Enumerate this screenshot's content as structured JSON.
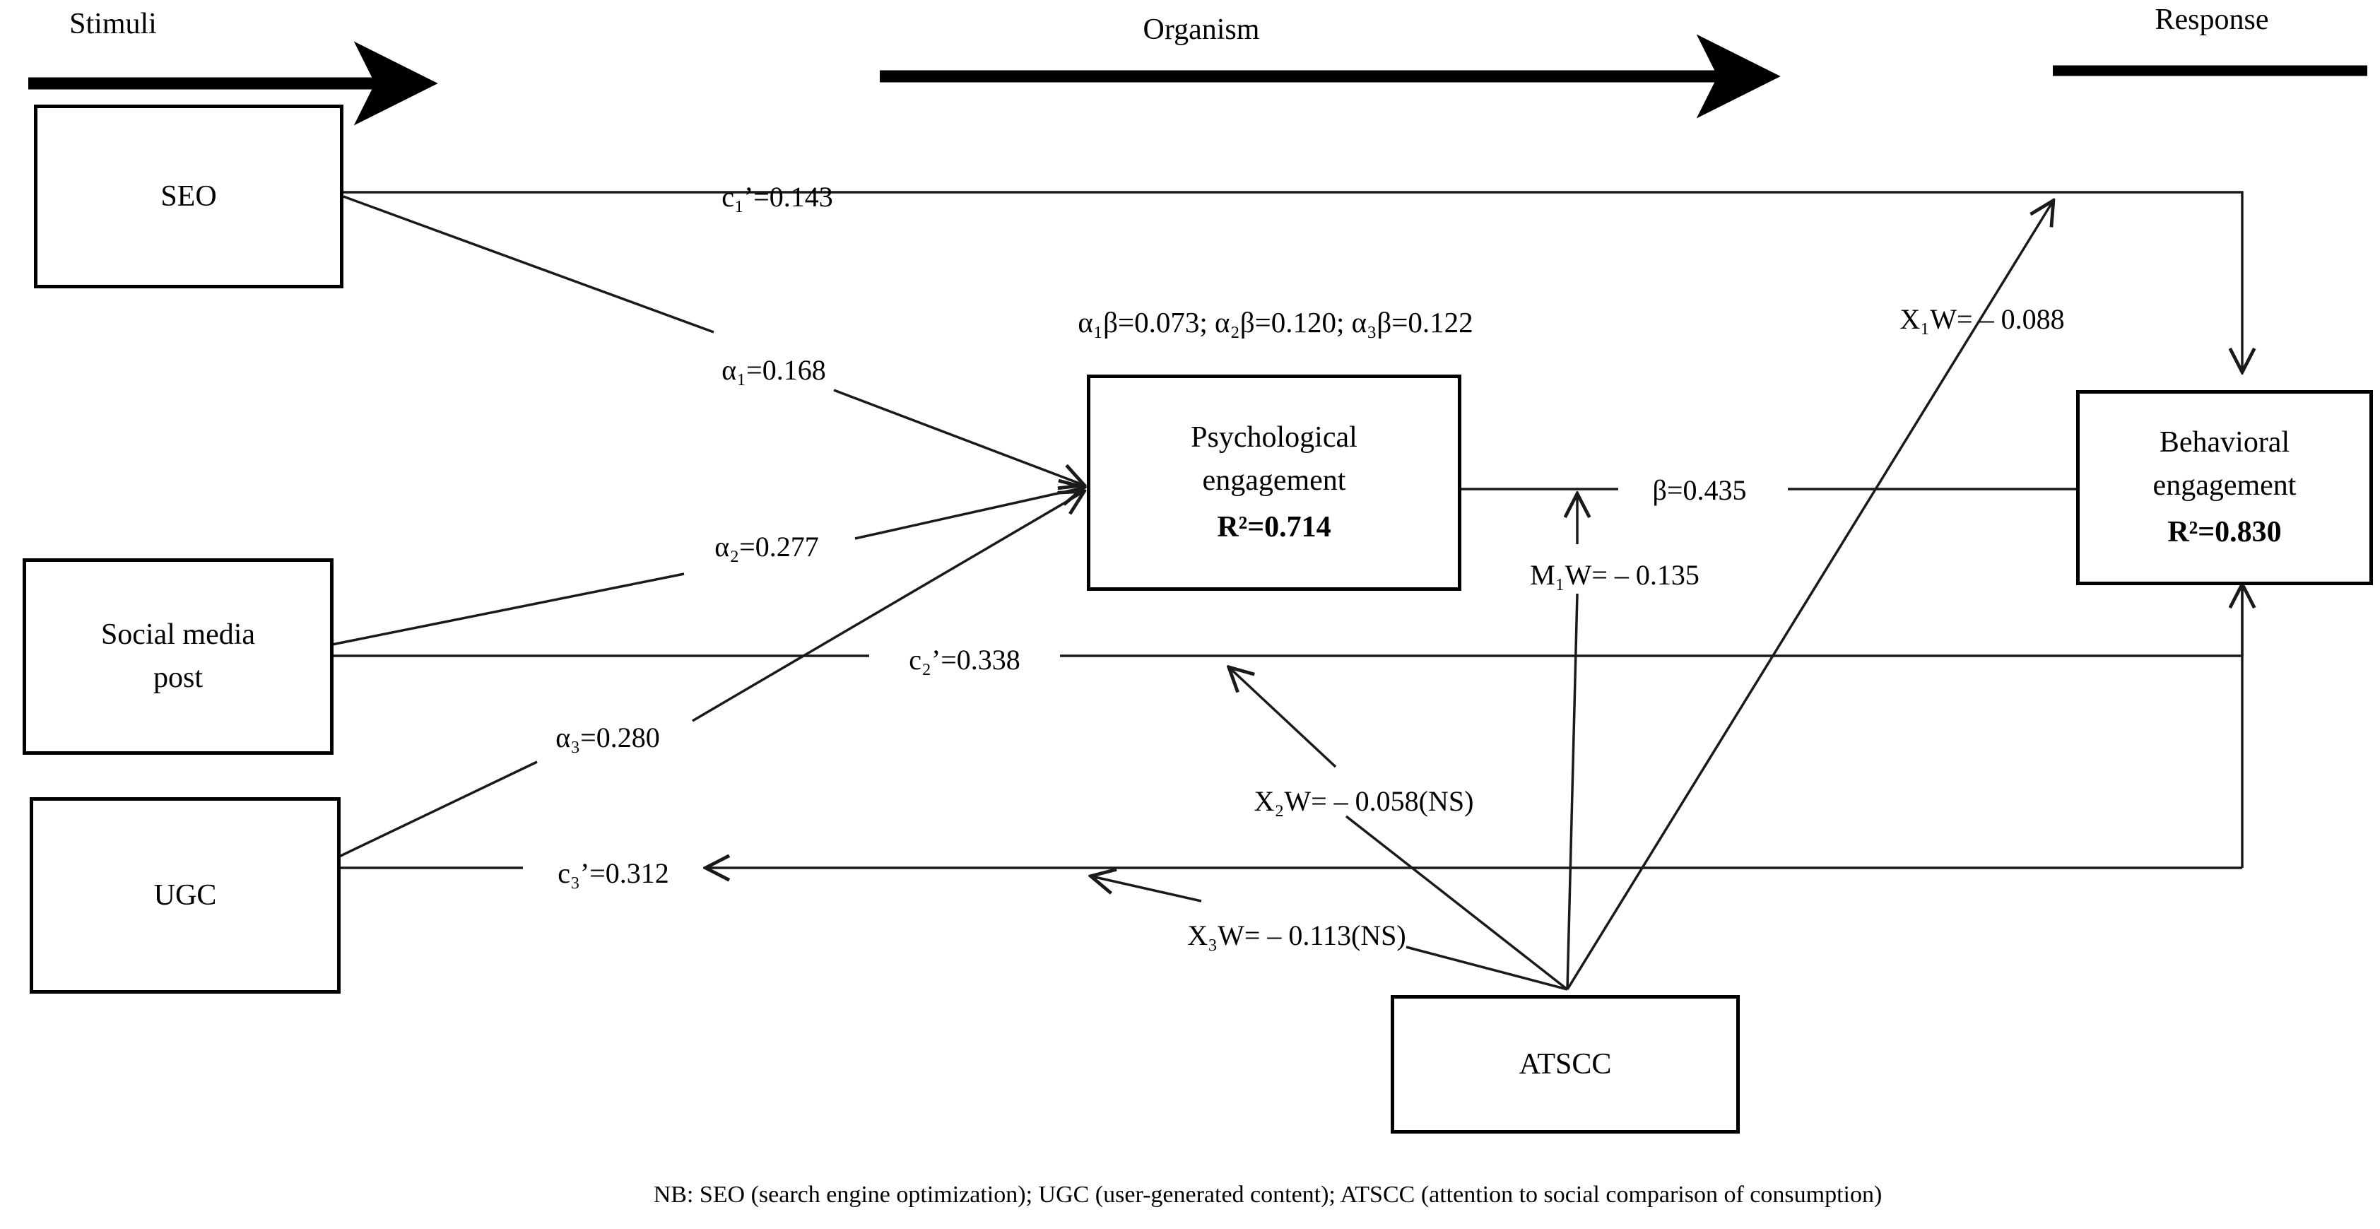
{
  "figure": {
    "type": "path-diagram",
    "framework": "Stimulus-Organism-Response (S-O-R)",
    "footnote": "NB: SEO (search engine optimization); UGC (user-generated content); ATSCC (attention to social comparison of consumption)"
  },
  "stages": [
    {
      "id": "stimuli",
      "label": "Stimuli"
    },
    {
      "id": "organism",
      "label": "Organism"
    },
    {
      "id": "response",
      "label": "Response"
    }
  ],
  "nodes": [
    {
      "id": "seo",
      "label": "SEO",
      "label2": "",
      "r2": ""
    },
    {
      "id": "smp",
      "label": "Social media",
      "label2": "post",
      "r2": ""
    },
    {
      "id": "ugc",
      "label": "UGC",
      "label2": "",
      "r2": ""
    },
    {
      "id": "psych",
      "label": "Psychological",
      "label2": "engagement",
      "r2": "R²=0.714"
    },
    {
      "id": "behav",
      "label": "Behavioral",
      "label2": "engagement",
      "r2": "R²=0.830"
    },
    {
      "id": "atscc",
      "label": "ATSCC",
      "label2": "",
      "r2": ""
    }
  ],
  "paths": [
    {
      "id": "c1",
      "label": "c₁’=0.143",
      "from": "seo",
      "to": "behav",
      "value": 0.143,
      "significant": true
    },
    {
      "id": "a1",
      "label": "α₁=0.168",
      "from": "seo",
      "to": "psych",
      "value": 0.168,
      "significant": true
    },
    {
      "id": "a2",
      "label": "α₂=0.277",
      "from": "smp",
      "to": "psych",
      "value": 0.277,
      "significant": true
    },
    {
      "id": "c2",
      "label": "c₂’=0.338",
      "from": "smp",
      "to": "behav",
      "value": 0.338,
      "significant": true
    },
    {
      "id": "a3",
      "label": "α₃=0.280",
      "from": "ugc",
      "to": "psych",
      "value": 0.28,
      "significant": true
    },
    {
      "id": "c3",
      "label": "c₃’=0.312",
      "from": "ugc",
      "to": "behav",
      "value": 0.312,
      "significant": true
    },
    {
      "id": "beta",
      "label": "β=0.435",
      "from": "psych",
      "to": "behav",
      "value": 0.435,
      "significant": true
    }
  ],
  "moderations": [
    {
      "id": "x1w",
      "label": "X₁W= – 0.088",
      "value": -0.088,
      "significant": true,
      "target": "behav"
    },
    {
      "id": "m1w",
      "label": "M₁W= – 0.135",
      "value": -0.135,
      "significant": true,
      "target": "beta-path"
    },
    {
      "id": "x2w",
      "label": "X₂W= – 0.058(NS)",
      "value": -0.058,
      "significant": false,
      "target": "c2-path"
    },
    {
      "id": "x3w",
      "label": "X₃W= – 0.113(NS)",
      "value": -0.113,
      "significant": false,
      "target": "c3-path"
    }
  ],
  "indirect_effects": {
    "label": "α₁β=0.073; α₂β=0.120; α₃β=0.122",
    "items": [
      {
        "id": "a1b",
        "label": "α₁β=0.073",
        "value": 0.073
      },
      {
        "id": "a2b",
        "label": "α₂β=0.120",
        "value": 0.12
      },
      {
        "id": "a3b",
        "label": "α₃β=0.122",
        "value": 0.122
      }
    ]
  },
  "colors": {
    "stroke": "#1a1a1a",
    "box_border": "#000000",
    "background": "#ffffff"
  }
}
